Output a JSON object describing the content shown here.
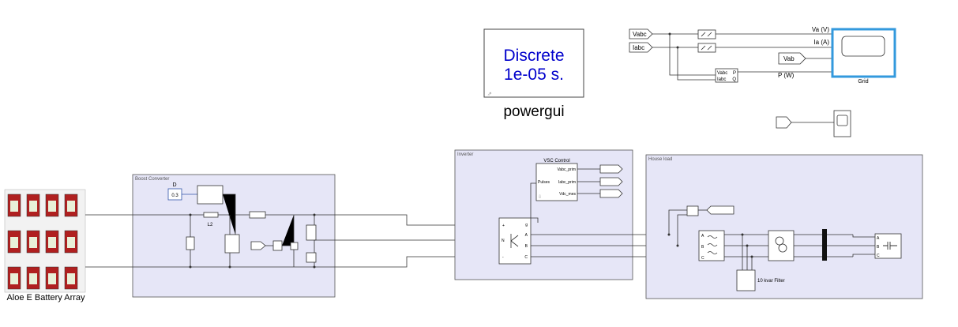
{
  "powergui": {
    "solver_line1": "Discrete",
    "solver_line2": "1e-05 s.",
    "name": "powergui"
  },
  "grid": {
    "vabc_tag": "Vabc",
    "iabc_tag": "Iabc",
    "va_label": "Va (V)",
    "ia_label": "Ia (A)",
    "vab_tag": "Vab",
    "pq_in_v": "Vabc",
    "pq_in_i": "Iabc",
    "pq_out_p": "P",
    "pq_out_q": "Q",
    "p_label": "P (W)",
    "scope_name": "Grid"
  },
  "inverter": {
    "title": "Inverter",
    "vsc_title": "VSC Control",
    "vsc_pulses": "Pulses",
    "vsc_out1": "Vabc_prim",
    "vsc_out2": "Iabc_prim",
    "vsc_out3": "Vdc_mes",
    "port_plus": "+",
    "port_minus": "-",
    "port_n": "N",
    "port_g": "g",
    "port_a": "A",
    "port_b": "B",
    "port_c": "C"
  },
  "boost": {
    "title": "Boost Converter",
    "duty_label": "D",
    "duty_value": "0.3",
    "inductor_label": "L2"
  },
  "house": {
    "title": "House load",
    "filter_label": "10 kvar Filter"
  },
  "battery": {
    "name": "Aloe E Battery Array"
  },
  "colors": {
    "subsystem_fill": "#e6e6f7",
    "scope_highlight": "#3399dd",
    "powergui_text": "#0000cc",
    "battery_red": "#b02020"
  }
}
